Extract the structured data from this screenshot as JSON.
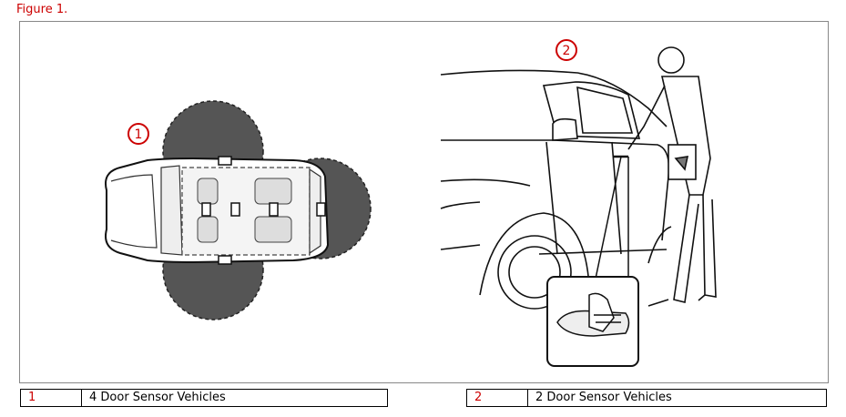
{
  "figure_title": "Figure 1.",
  "callouts": {
    "one": "1",
    "two": "2"
  },
  "legend": [
    {
      "number": "1",
      "text": "4 Door Sensor Vehicles"
    },
    {
      "number": "2",
      "text": "2 Door Sensor Vehicles"
    }
  ],
  "colors": {
    "accent_red": "#cc0000",
    "zone_gray": "#555555"
  }
}
